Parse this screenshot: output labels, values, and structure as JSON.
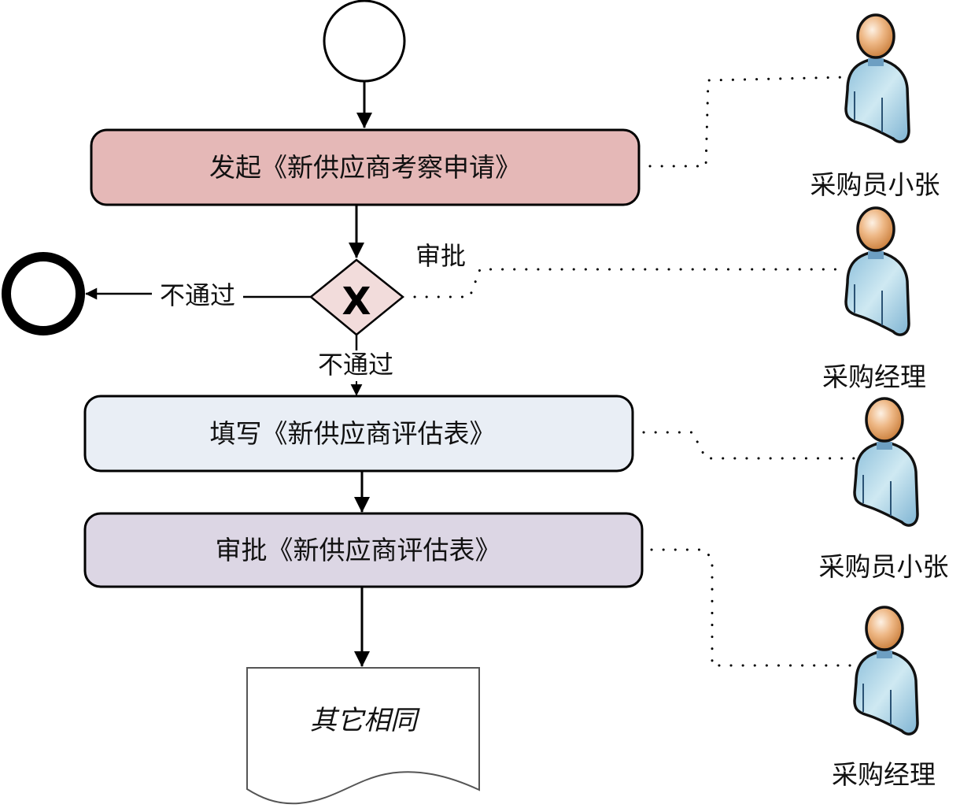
{
  "diagram": {
    "type": "process-flow",
    "start_event": {
      "label": ""
    },
    "end_event": {
      "label": ""
    },
    "tasks": [
      {
        "id": "t1",
        "label": "发起《新供应商考察申请》",
        "fill": "#e5b8b7"
      },
      {
        "id": "t2",
        "label": "填写《新供应商评估表》",
        "fill": "#e9eef5"
      },
      {
        "id": "t3",
        "label": "审批《新供应商评估表》",
        "fill": "#dcd6e4"
      }
    ],
    "gateway": {
      "symbol": "X",
      "fill": "#f2dcdb",
      "label": "审批"
    },
    "edges": {
      "reject_left": "不通过",
      "gateway_down": "不通过"
    },
    "document": {
      "label": "其它相同"
    },
    "roles": [
      {
        "label": "采购员小张",
        "linked_to": "t1"
      },
      {
        "label": "采购经理",
        "linked_to": "gateway"
      },
      {
        "label": "采购员小张",
        "linked_to": "t2"
      },
      {
        "label": "采购经理",
        "linked_to": "t3"
      }
    ]
  }
}
